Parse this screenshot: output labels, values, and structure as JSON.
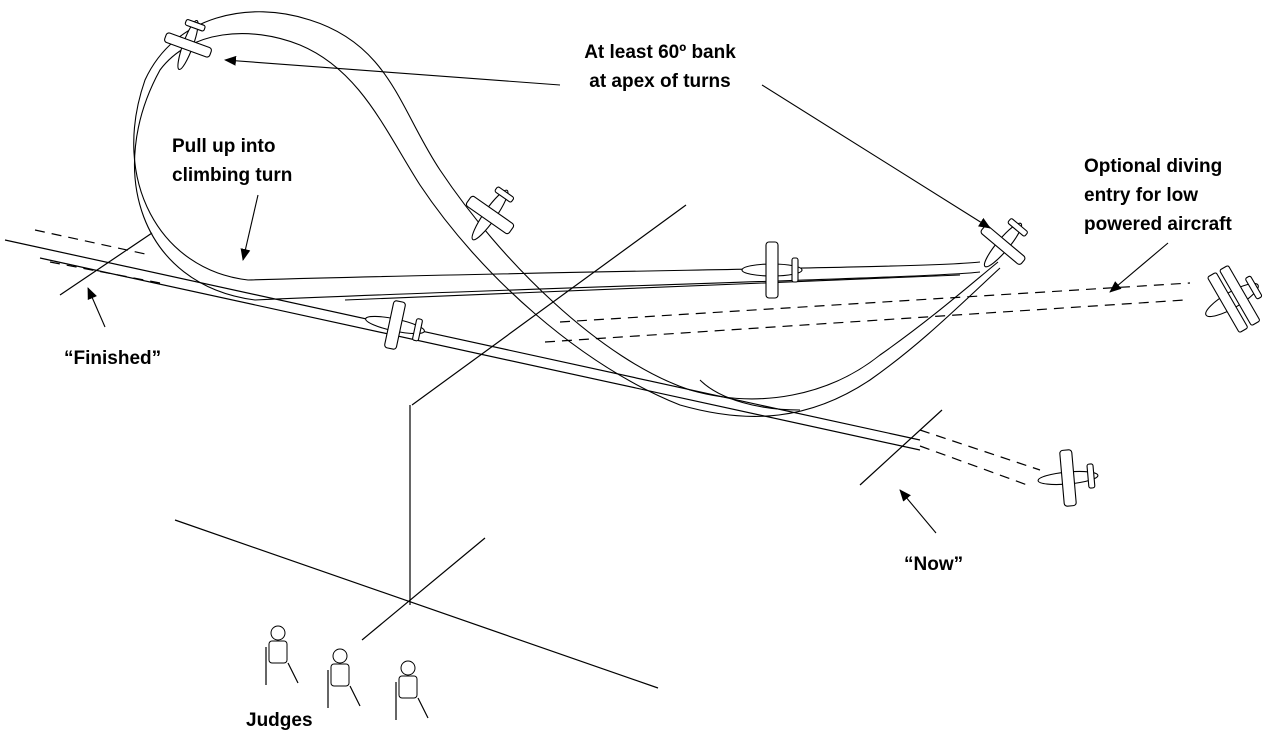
{
  "labels": {
    "bank": [
      "At least 60º bank",
      "at apex of turns"
    ],
    "pull_up": [
      "Pull up into",
      "climbing turn"
    ],
    "optional": [
      "Optional diving",
      "entry for low",
      "powered aircraft"
    ],
    "finished": "“Finished”",
    "now": "“Now”",
    "judges": "Judges"
  }
}
